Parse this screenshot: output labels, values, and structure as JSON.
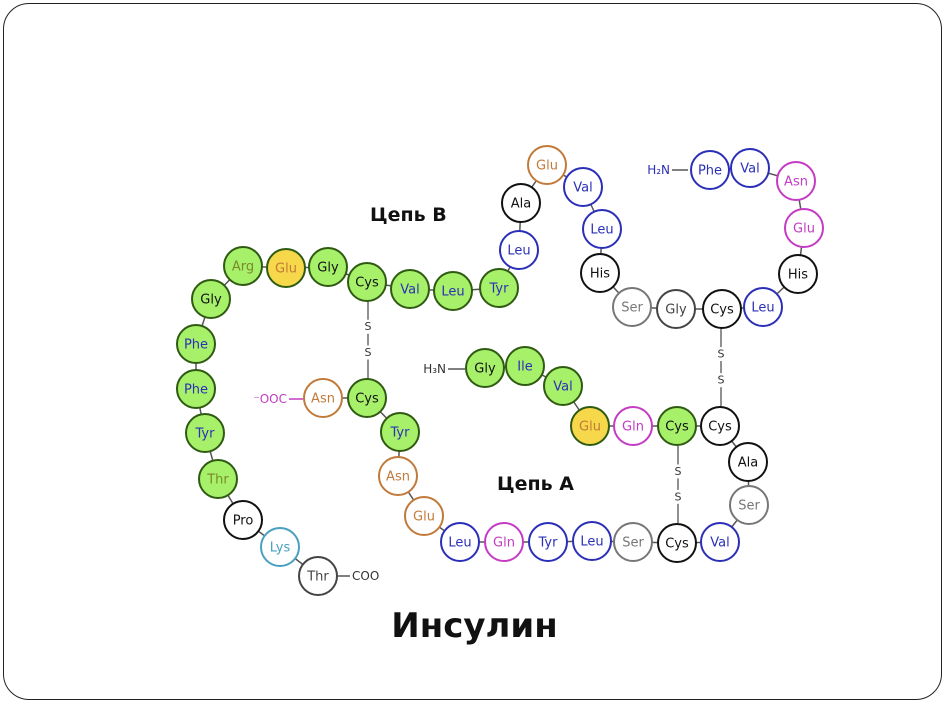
{
  "title": "Инсулин",
  "labels": {
    "chain_b": "Цепь В",
    "chain_a": "Цепь А"
  },
  "palette": {
    "green": "#a7f06a",
    "orange": "#f6d84a",
    "white": "#ffffff",
    "blue": "#2b2fb8",
    "magenta": "#c43bc4",
    "brown": "#c27a3a",
    "black": "#111111",
    "olive": "#7a8a2a",
    "teal": "#4aa0c0",
    "gray": "#777777",
    "darkgray": "#444444"
  },
  "chain_b": [
    {
      "name": "Phe",
      "fill": "white",
      "text": "blue"
    },
    {
      "name": "Val",
      "fill": "white",
      "text": "blue"
    },
    {
      "name": "Asn",
      "fill": "white",
      "text": "magenta"
    },
    {
      "name": "Glu",
      "fill": "white",
      "text": "magenta"
    },
    {
      "name": "His",
      "fill": "white",
      "text": "black"
    },
    {
      "name": "Leu",
      "fill": "white",
      "text": "blue"
    },
    {
      "name": "Cys",
      "fill": "white",
      "text": "black"
    },
    {
      "name": "Gly",
      "fill": "white",
      "text": "darkgray"
    },
    {
      "name": "Ser",
      "fill": "white",
      "text": "gray"
    },
    {
      "name": "His",
      "fill": "white",
      "text": "black"
    },
    {
      "name": "Leu",
      "fill": "white",
      "text": "blue"
    },
    {
      "name": "Val",
      "fill": "white",
      "text": "blue"
    },
    {
      "name": "Glu",
      "fill": "white",
      "text": "brown"
    },
    {
      "name": "Ala",
      "fill": "white",
      "text": "black"
    },
    {
      "name": "Leu",
      "fill": "white",
      "text": "blue"
    },
    {
      "name": "Tyr",
      "fill": "green",
      "text": "blue"
    },
    {
      "name": "Leu",
      "fill": "green",
      "text": "blue"
    },
    {
      "name": "Val",
      "fill": "green",
      "text": "blue"
    },
    {
      "name": "Cys",
      "fill": "green",
      "text": "black"
    },
    {
      "name": "Gly",
      "fill": "green",
      "text": "black"
    },
    {
      "name": "Glu",
      "fill": "orange",
      "text": "brown"
    },
    {
      "name": "Arg",
      "fill": "green",
      "text": "olive"
    },
    {
      "name": "Gly",
      "fill": "green",
      "text": "black"
    },
    {
      "name": "Phe",
      "fill": "green",
      "text": "blue"
    },
    {
      "name": "Phe",
      "fill": "green",
      "text": "blue"
    },
    {
      "name": "Tyr",
      "fill": "green",
      "text": "blue"
    },
    {
      "name": "Thr",
      "fill": "green",
      "text": "olive"
    },
    {
      "name": "Pro",
      "fill": "white",
      "text": "black"
    },
    {
      "name": "Lys",
      "fill": "white",
      "text": "teal"
    },
    {
      "name": "Thr",
      "fill": "white",
      "text": "darkgray"
    }
  ],
  "chain_a": [
    {
      "name": "Gly",
      "fill": "green",
      "text": "black"
    },
    {
      "name": "Ile",
      "fill": "green",
      "text": "blue"
    },
    {
      "name": "Val",
      "fill": "green",
      "text": "blue"
    },
    {
      "name": "Glu",
      "fill": "orange",
      "text": "brown"
    },
    {
      "name": "Gln",
      "fill": "white",
      "text": "magenta"
    },
    {
      "name": "Cys",
      "fill": "green",
      "text": "black"
    },
    {
      "name": "Cys",
      "fill": "white",
      "text": "black"
    },
    {
      "name": "Ala",
      "fill": "white",
      "text": "black"
    },
    {
      "name": "Ser",
      "fill": "white",
      "text": "gray"
    },
    {
      "name": "Val",
      "fill": "white",
      "text": "blue"
    },
    {
      "name": "Cys",
      "fill": "white",
      "text": "black"
    },
    {
      "name": "Ser",
      "fill": "white",
      "text": "gray"
    },
    {
      "name": "Leu",
      "fill": "white",
      "text": "blue"
    },
    {
      "name": "Tyr",
      "fill": "white",
      "text": "blue"
    },
    {
      "name": "Gln",
      "fill": "white",
      "text": "magenta"
    },
    {
      "name": "Leu",
      "fill": "white",
      "text": "blue"
    },
    {
      "name": "Glu",
      "fill": "white",
      "text": "brown"
    },
    {
      "name": "Asn",
      "fill": "white",
      "text": "brown"
    },
    {
      "name": "Tyr",
      "fill": "green",
      "text": "blue"
    },
    {
      "name": "Cys",
      "fill": "green",
      "text": "black"
    },
    {
      "name": "Asn",
      "fill": "white",
      "text": "brown"
    }
  ],
  "termini": {
    "b_n": "H₂N",
    "b_c": "COO",
    "a_n": "H₃N",
    "a_c": "⁻OOC"
  },
  "disulfide": "S"
}
